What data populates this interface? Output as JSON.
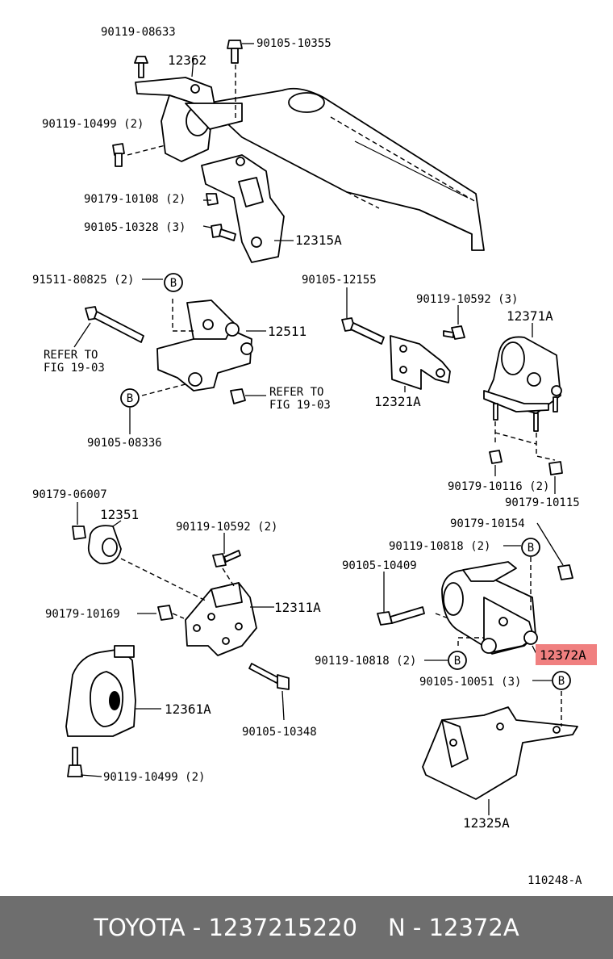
{
  "diagram": {
    "figure_number": "110248-A",
    "highlight_color": "#f08080",
    "labels": {
      "p90119_08633": "90119-08633",
      "p90105_10355": "90105-10355",
      "p12362": "12362",
      "p90119_10499_top": "90119-10499 (2)",
      "p90179_10108": "90179-10108 (2)",
      "p90105_10328": "90105-10328 (3)",
      "p12315A": "12315A",
      "p91511_80825": "91511-80825 (2)",
      "p12511": "12511",
      "refer1_l1": "REFER TO",
      "refer1_l2": "FIG 19-03",
      "refer2_l1": "REFER TO",
      "refer2_l2": "FIG 19-03",
      "p90105_08336": "90105-08336",
      "p90105_12155": "90105-12155",
      "p90119_10592_mid": "90119-10592 (3)",
      "p12371A": "12371A",
      "p12321A": "12321A",
      "p90179_10116": "90179-10116 (2)",
      "p90179_10115": "90179-10115",
      "p90179_06007": "90179-06007",
      "p12351": "12351",
      "p90119_10592_low": "90119-10592 (2)",
      "p90179_10154": "90179-10154",
      "p90119_10818_a": "90119-10818 (2)",
      "p90105_10409": "90105-10409",
      "p12311A": "12311A",
      "p90179_10169": "90179-10169",
      "p12372A": "12372A",
      "p90119_10818_b": "90119-10818 (2)",
      "p90105_10051": "90105-10051 (3)",
      "p12361A": "12361A",
      "p90105_10348": "90105-10348",
      "p90119_10499_bot": "90119-10499 (2)",
      "p12325A": "12325A",
      "marker_b": "B"
    }
  },
  "footer": {
    "brand": "TOYOTA",
    "separator": " - ",
    "part_number": "1237215220",
    "n_prefix": "N",
    "n_value": "12372A"
  }
}
